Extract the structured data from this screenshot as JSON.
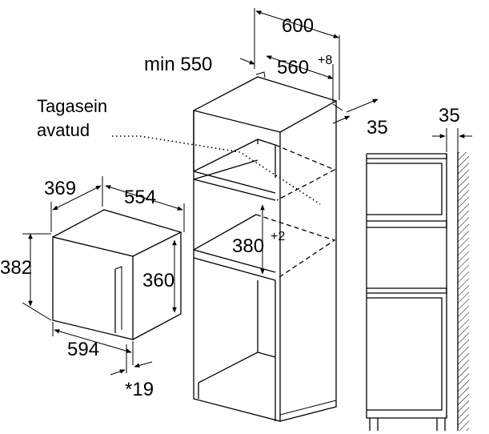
{
  "labels": {
    "rear_wall_line1": "Tagasein",
    "rear_wall_line2": "avatud"
  },
  "dimensions": {
    "cabinet_width": "600",
    "cabinet_min_depth": "min 550",
    "niche_width": "560",
    "niche_width_tolerance": "+8",
    "gap": "35",
    "niche_height": "380",
    "niche_height_tolerance": "+2",
    "appliance_depth": "369",
    "appliance_width": "554",
    "appliance_height": "382",
    "appliance_inner_height": "360",
    "appliance_front_width": "594",
    "front_offset": "*19",
    "side_gap": "35"
  }
}
